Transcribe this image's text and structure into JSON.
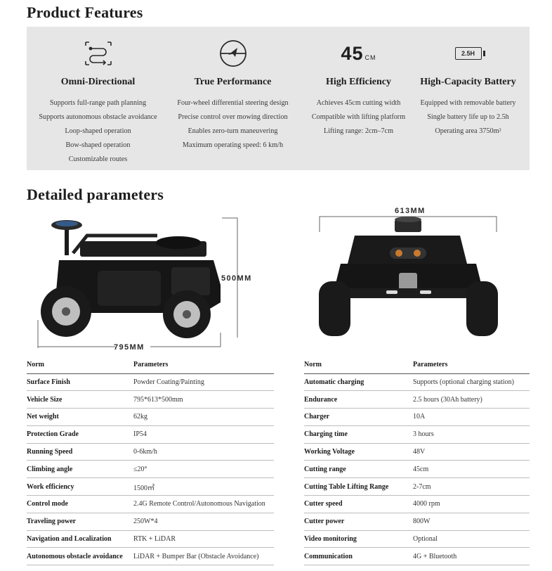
{
  "sections": {
    "features_title": "Product Features",
    "params_title": "Detailed parameters"
  },
  "features": [
    {
      "icon": "path-planning-icon",
      "title": "Omni-Directional",
      "lines": [
        "Supports full-range path planning",
        "Supports autonomous obstacle avoidance",
        "Loop-shaped operation",
        "Bow-shaped operation",
        "Customizable routes"
      ]
    },
    {
      "icon": "navigation-arrow-icon",
      "title": "True Performance",
      "lines": [
        "Four-wheel differential steering design",
        "Precise control over mowing direction",
        "Enables zero-turn maneuvering",
        "Maximum operating speed: 6 km/h"
      ]
    },
    {
      "icon": "cutting-width-icon",
      "icon_text": "45",
      "icon_unit": "CM",
      "title": "High Efficiency",
      "lines": [
        "Achieves 45cm cutting width",
        "Compatible with lifting platform",
        "Lifting range: 2cm–7cm"
      ]
    },
    {
      "icon": "battery-icon",
      "icon_text": "2.5H",
      "title": "High-Capacity Battery",
      "lines": [
        "Equipped with removable battery",
        "Single battery life up to 2.5h",
        "Operating area 3750m²"
      ]
    }
  ],
  "dimensions": {
    "length": "795MM",
    "height": "500MM",
    "width": "613MM"
  },
  "table_left": {
    "header": {
      "norm": "Norm",
      "parameters": "Parameters"
    },
    "rows": [
      {
        "k": "Surface Finish",
        "v": "Powder Coating/Painting"
      },
      {
        "k": "Vehicle Size",
        "v": "795*613*500mm"
      },
      {
        "k": "Net weight",
        "v": "62kg"
      },
      {
        "k": "Protection Grade",
        "v": "IP54"
      },
      {
        "k": "Running Speed",
        "v": "0-6km/h"
      },
      {
        "k": "Climbing angle",
        "v": "≤20°"
      },
      {
        "k": "Work efficiency",
        "v": "1500㎡"
      },
      {
        "k": "Control mode",
        "v": "2.4G Remote Control/Autonomous Navigation"
      },
      {
        "k": "Traveling power",
        "v": "250W*4"
      },
      {
        "k": "Navigation and Localization",
        "v": "RTK + LiDAR"
      },
      {
        "k": "Autonomous obstacle avoidance",
        "v": "LiDAR + Bumper Bar (Obstacle Avoidance)"
      }
    ]
  },
  "table_right": {
    "header": {
      "norm": "Norm",
      "parameters": "Parameters"
    },
    "rows": [
      {
        "k": "Automatic charging",
        "v": "Supports (optional charging station)"
      },
      {
        "k": "Endurance",
        "v": "2.5 hours (30Ah battery)"
      },
      {
        "k": "Charger",
        "v": "10A"
      },
      {
        "k": "Charging time",
        "v": "3 hours"
      },
      {
        "k": "Working Voltage",
        "v": "48V"
      },
      {
        "k": "Cutting range",
        "v": "45cm"
      },
      {
        "k": "Cutting Table Lifting Range",
        "v": "2-7cm"
      },
      {
        "k": "Cutter speed",
        "v": "4000 rpm"
      },
      {
        "k": "Cutter power",
        "v": "800W"
      },
      {
        "k": "Video monitoring",
        "v": "Optional"
      },
      {
        "k": "Communication",
        "v": "4G + Bluetooth"
      }
    ]
  }
}
